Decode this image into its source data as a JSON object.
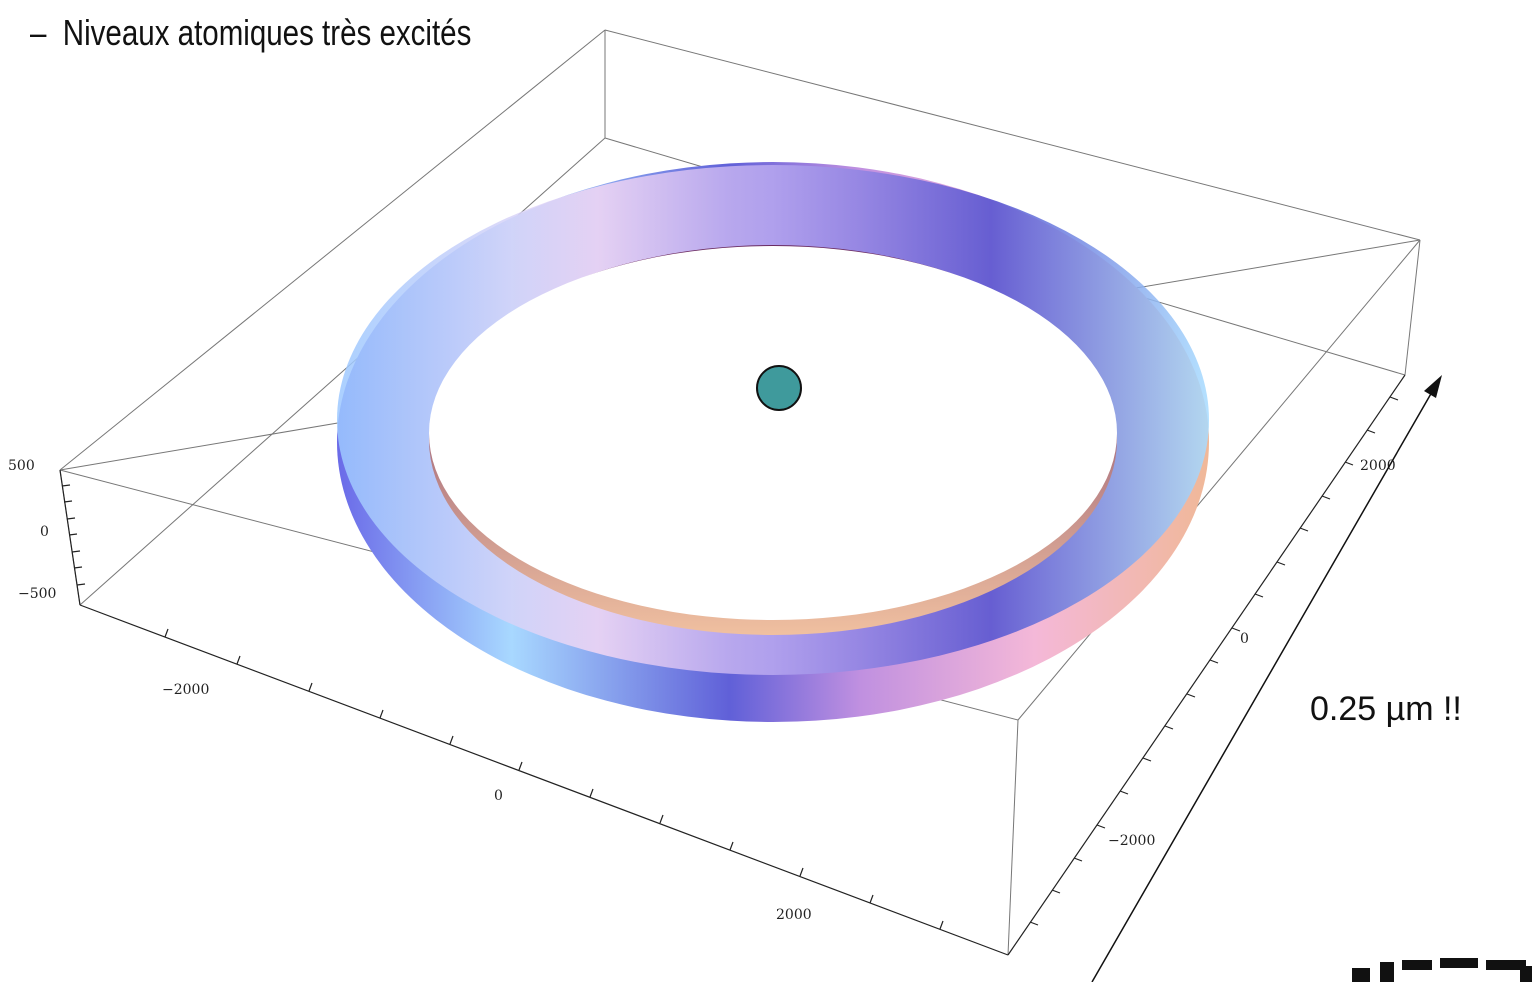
{
  "bullet": {
    "dash": "–",
    "text": "Niveaux atomiques très excités"
  },
  "axes": {
    "z_ticks": [
      "500",
      "0",
      "−500"
    ],
    "x_ticks": [
      "−2000",
      "0",
      "2000"
    ],
    "y_ticks": [
      "2000",
      "0",
      "−2000"
    ]
  },
  "annotation": {
    "scale_label": "0.25 µm !!"
  },
  "colors": {
    "nucleus_fill": "#3f9a9c",
    "torus_light": "#e8f8ff",
    "torus_blue": "#6a6ae8",
    "torus_dark": "#3a1a6a",
    "torus_warm": "#f0a080"
  }
}
